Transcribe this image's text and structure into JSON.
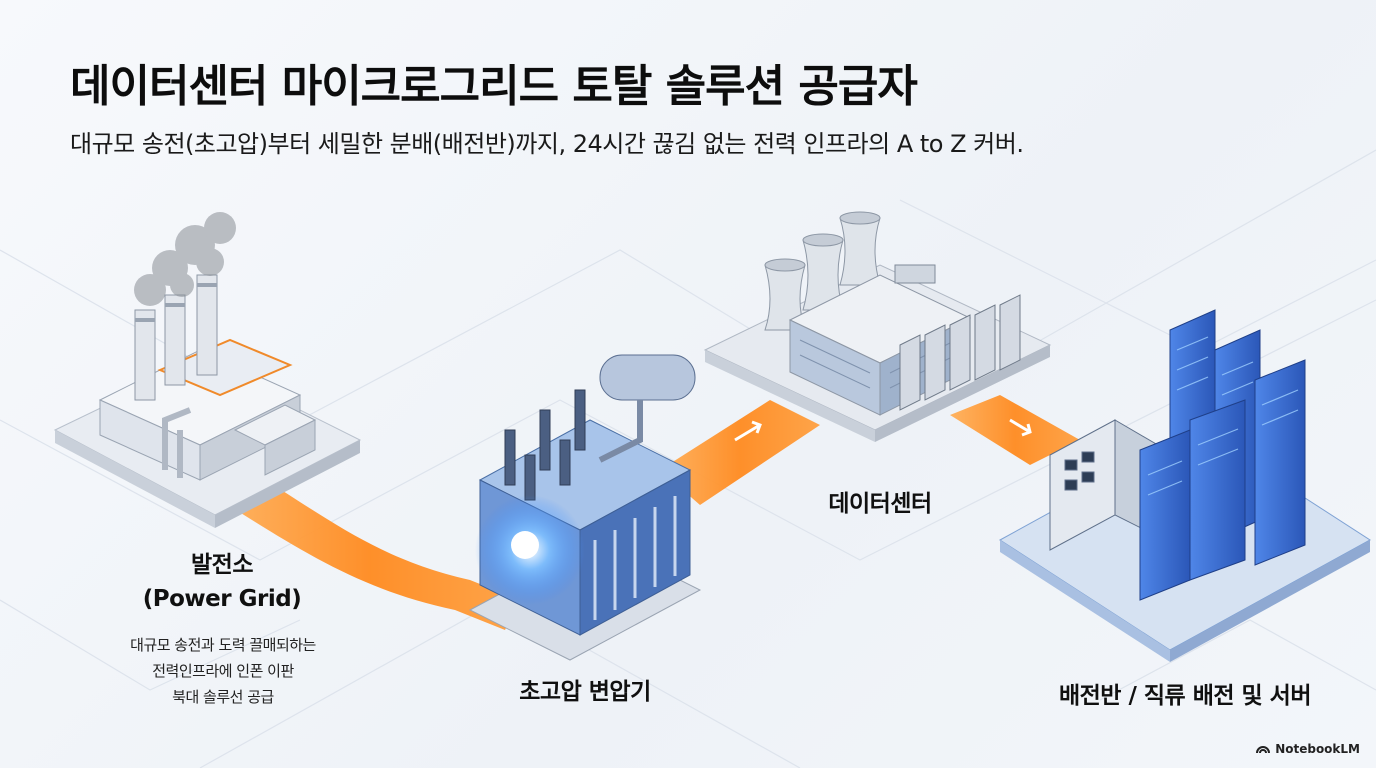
{
  "header": {
    "title": "데이터센터 마이크로그리드 토탈 솔루션 공급자",
    "subtitle": "대규모 송전(초고압)부터 세밀한 분배(배전반)까지, 24시간 끊김 없는 전력 인프라의 A to Z 커버."
  },
  "stages": {
    "power_plant": {
      "name": "발전소",
      "name_en": "(Power Grid)",
      "desc_lines": [
        "대규모 송전과 도력 끌매되하는",
        "전력인프라에 인폰 이판",
        "북대 솔루선 공급"
      ]
    },
    "transformer": {
      "name": "초고압 변압기"
    },
    "datacenter": {
      "name": "데이터센터"
    },
    "distribution": {
      "name": "배전반 / 직류 배전 및 서버"
    }
  },
  "branding": {
    "text": "NotebookLM"
  },
  "colors": {
    "flow": "#ff8a1f",
    "flow_dark": "#f06a00",
    "platform": "#e3e8ef",
    "building": "#d7dde6",
    "accent_blue": "#3c8cff",
    "server_blue": "#3a6fd8"
  }
}
